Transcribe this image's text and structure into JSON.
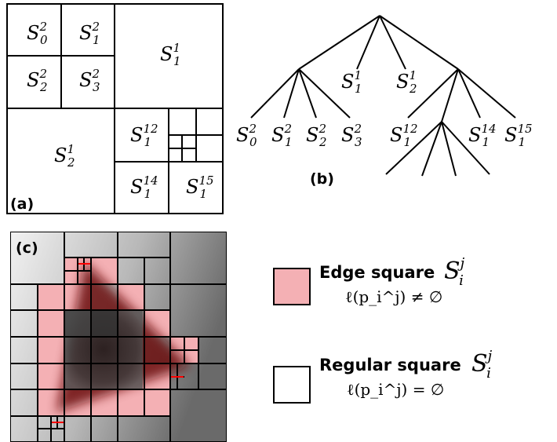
{
  "panel_a": {
    "tag": "(a)",
    "cells": [
      {
        "base": "S",
        "sub": "0",
        "sup": "2"
      },
      {
        "base": "S",
        "sub": "1",
        "sup": "2"
      },
      {
        "base": "S",
        "sub": "2",
        "sup": "2"
      },
      {
        "base": "S",
        "sub": "3",
        "sup": "2"
      },
      {
        "base": "S",
        "sub": "1",
        "sup": "1"
      },
      {
        "base": "S",
        "sub": "2",
        "sup": "1"
      },
      {
        "base": "S",
        "sub": "1",
        "sup": "12"
      },
      {
        "base": "S",
        "sub": "1",
        "sup": "14"
      },
      {
        "base": "S",
        "sub": "1",
        "sup": "15"
      }
    ]
  },
  "panel_b": {
    "tag": "(b)",
    "leaf_labels": [
      {
        "base": "S",
        "sub": "1",
        "sup": "1"
      },
      {
        "base": "S",
        "sub": "2",
        "sup": "1"
      },
      {
        "base": "S",
        "sub": "0",
        "sup": "2"
      },
      {
        "base": "S",
        "sub": "1",
        "sup": "2"
      },
      {
        "base": "S",
        "sub": "2",
        "sup": "2"
      },
      {
        "base": "S",
        "sub": "3",
        "sup": "2"
      },
      {
        "base": "S",
        "sub": "1",
        "sup": "12"
      },
      {
        "base": "S",
        "sub": "1",
        "sup": "14"
      },
      {
        "base": "S",
        "sub": "1",
        "sup": "15"
      }
    ]
  },
  "panel_c": {
    "tag": "(c)"
  },
  "legend": {
    "edge": {
      "title": "Edge square",
      "symbol": {
        "base": "S",
        "sub": "i",
        "sup": "j"
      },
      "condition": "ℓ(p_i^j) ≠ ∅",
      "swatch_color": "#f4b0b4"
    },
    "regular": {
      "title": "Regular square",
      "symbol": {
        "base": "S",
        "sub": "i",
        "sup": "j"
      },
      "condition": "ℓ(p_i^j) = ∅",
      "swatch_color": "#ffffff"
    }
  },
  "colors": {
    "edge_fill": "#f4b0b4",
    "grid": "#000000",
    "highlight": "#ff0000",
    "triangle": "#7a1414"
  }
}
